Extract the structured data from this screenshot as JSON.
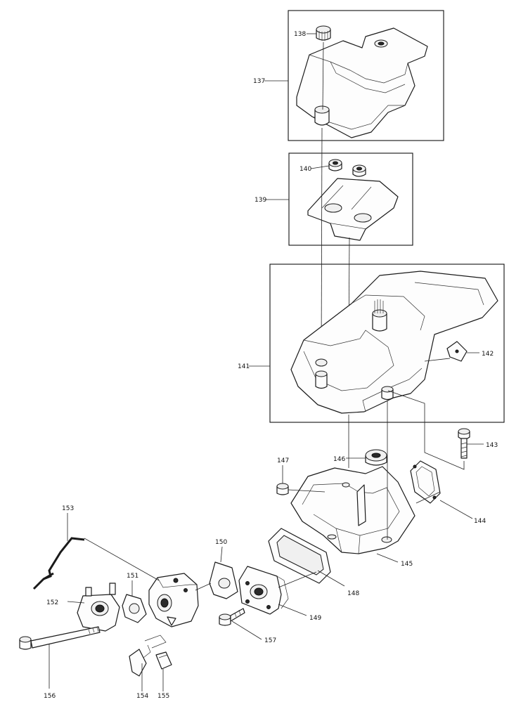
{
  "diagram": {
    "parts": [
      {
        "id": "p137",
        "label": "137"
      },
      {
        "id": "p138",
        "label": "138"
      },
      {
        "id": "p139",
        "label": "139"
      },
      {
        "id": "p140",
        "label": "140"
      },
      {
        "id": "p141",
        "label": "141"
      },
      {
        "id": "p142",
        "label": "142"
      },
      {
        "id": "p143",
        "label": "143"
      },
      {
        "id": "p144",
        "label": "144"
      },
      {
        "id": "p145",
        "label": "145"
      },
      {
        "id": "p146",
        "label": "146"
      },
      {
        "id": "p147",
        "label": "147"
      },
      {
        "id": "p148",
        "label": "148"
      },
      {
        "id": "p149",
        "label": "149"
      },
      {
        "id": "p150",
        "label": "150"
      },
      {
        "id": "p151",
        "label": "151"
      },
      {
        "id": "p152",
        "label": "152"
      },
      {
        "id": "p153",
        "label": "153"
      },
      {
        "id": "p154",
        "label": "154"
      },
      {
        "id": "p155",
        "label": "155"
      },
      {
        "id": "p156",
        "label": "156"
      },
      {
        "id": "p157",
        "label": "157"
      }
    ]
  }
}
